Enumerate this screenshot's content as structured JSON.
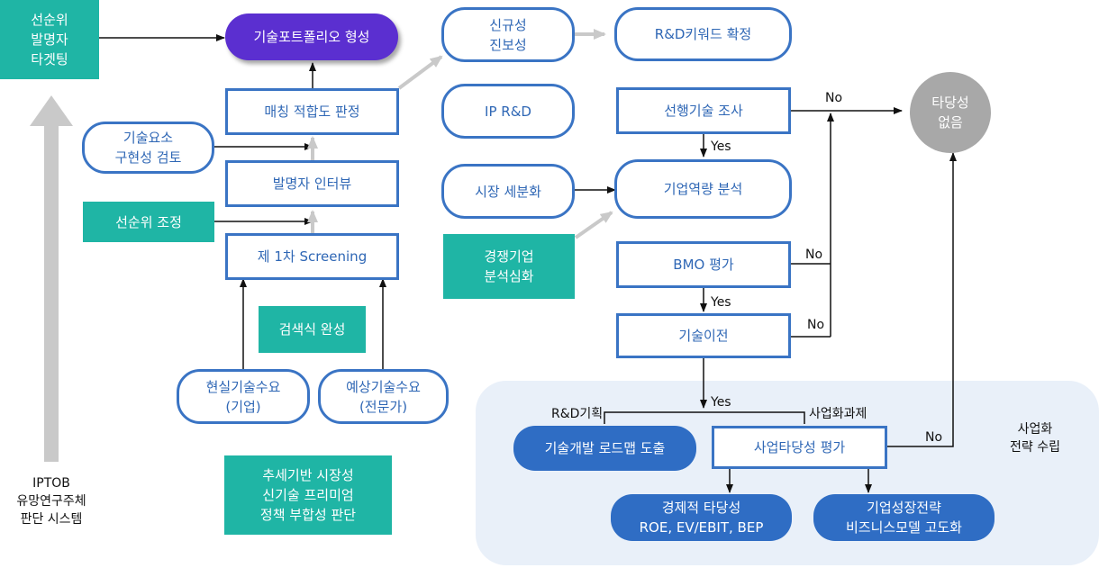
{
  "left": {
    "targeting": "선순위\n발명자\n타겟팅",
    "iptob": "IPTOB\n유망연구주체\n판단 시스템"
  },
  "col1": {
    "portfolio": "기술포트폴리오 형성",
    "matching": "매칭 적합도 판정",
    "element": "기술요소\n구현성 검토",
    "interview": "발명자 인터뷰",
    "priority": "선순위 조정",
    "screening": "제 1차 Screening",
    "search": "검색식 완성",
    "real_demand": "현실기술수요\n(기업)",
    "expected_demand": "예상기술수요\n(전문가)",
    "trend": "추세기반 시장성\n신기술 프리미엄\n정책 부합성 판단"
  },
  "col2": {
    "novelty": "신규성\n진보성",
    "ip_rnd": "IP R&D",
    "market_seg": "시장 세분화",
    "competitor": "경쟁기업\n분석심화"
  },
  "col3": {
    "keyword": "R&D키워드 확정",
    "prior_art": "선행기술 조사",
    "capability": "기업역량 분석",
    "bmo": "BMO 평가",
    "transfer": "기술이전",
    "no_validity": "타당성\n없음"
  },
  "region": {
    "label": "사업화\n전략 수립",
    "roadmap": "기술개발 로드맵 도출",
    "biz_validity": "사업타당성 평가",
    "economic": "경제적 타당성\nROE, EV/EBIT, BEP",
    "growth": "기업성장전략\n비즈니스모델 고도화",
    "branch_rnd": "R&D기획",
    "branch_biz": "사업화과제"
  },
  "edges": {
    "no": "No",
    "yes": "Yes"
  },
  "colors": {
    "outline_blue": "#3a74c4",
    "teal": "#1fb5a5",
    "purple": "#5b2fd0",
    "solid_blue": "#2f6dc4",
    "gray": "#a8a8a8",
    "region_bg": "#e9f0f9"
  }
}
